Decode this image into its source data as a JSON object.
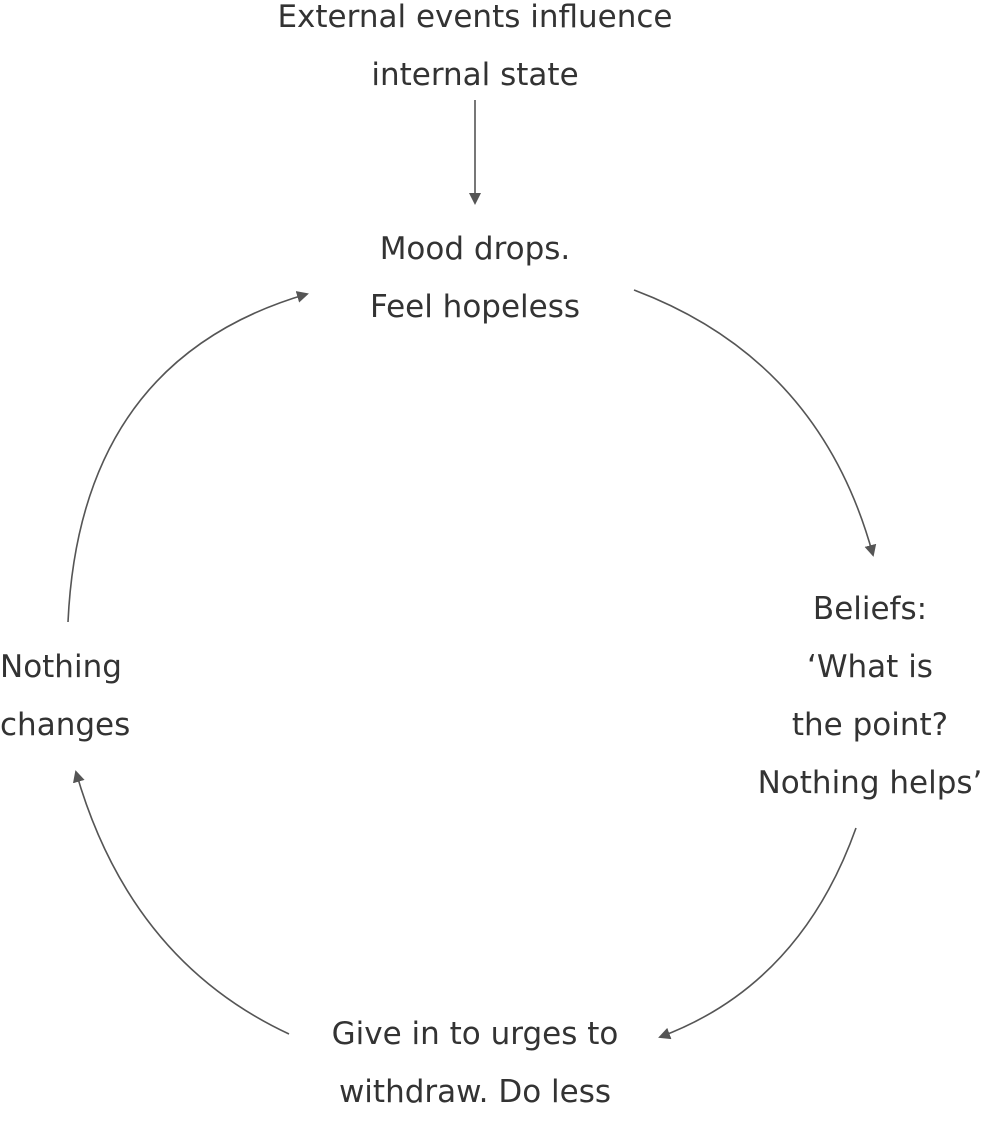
{
  "nodes": {
    "external": {
      "line1": "External events influence",
      "line2": "internal state"
    },
    "mood": {
      "line1": "Mood drops.",
      "line2": "Feel hopeless"
    },
    "beliefs": {
      "line1": "Beliefs:",
      "line2": "‘What is",
      "line3": "the point?",
      "line4": "Nothing helps’"
    },
    "give_in": {
      "line1": "Give in to urges to",
      "line2": "withdraw. Do less"
    },
    "nothing_changes": {
      "line1": "Nothing",
      "line2": "changes"
    }
  },
  "colors": {
    "text": "#333333",
    "arrow": "#555555"
  }
}
